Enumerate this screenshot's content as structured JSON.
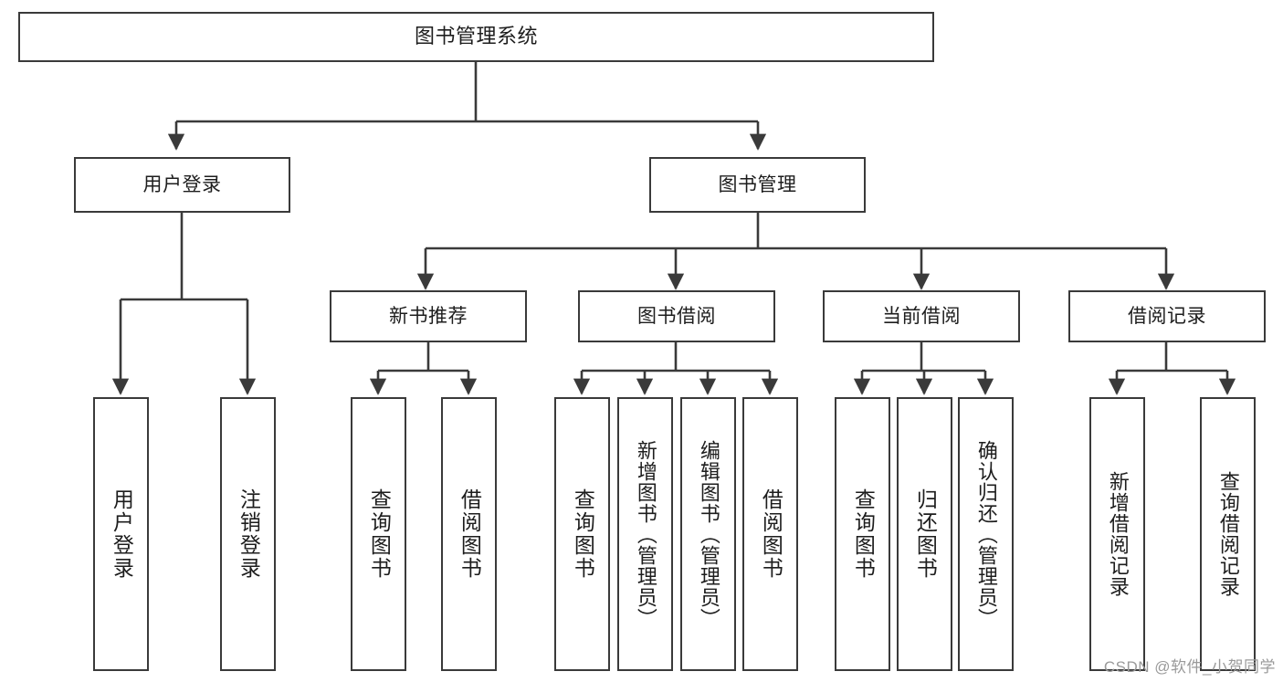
{
  "diagram": {
    "kind": "tree-hierarchy-chart",
    "title": "图书管理系统",
    "line_color": "#3a3a3a",
    "box_fill": "#ffffff",
    "text_color": "#1d1d1d",
    "watermark": "CSDN @软件_小贺同学"
  },
  "root": {
    "label": "图书管理系统"
  },
  "level1": [
    {
      "label": "用户登录"
    },
    {
      "label": "图书管理"
    }
  ],
  "level2": [
    {
      "label": "新书推荐"
    },
    {
      "label": "图书借阅"
    },
    {
      "label": "当前借阅"
    },
    {
      "label": "借阅记录"
    }
  ],
  "leaves": {
    "user_login": [
      {
        "label": "用户登录"
      },
      {
        "label": "注销登录"
      }
    ],
    "new_book_recommend": [
      {
        "label": "查询图书"
      },
      {
        "label": "借阅图书"
      }
    ],
    "book_borrow": [
      {
        "label": "查询图书"
      },
      {
        "label": "新增图书（管理员）"
      },
      {
        "label": "编辑图书（管理员）"
      },
      {
        "label": "借阅图书"
      }
    ],
    "current_borrow": [
      {
        "label": "查询图书"
      },
      {
        "label": "归还图书"
      },
      {
        "label": "确认归还（管理员）"
      }
    ],
    "borrow_record": [
      {
        "label": "新增借阅记录"
      },
      {
        "label": "查询借阅记录"
      }
    ]
  }
}
